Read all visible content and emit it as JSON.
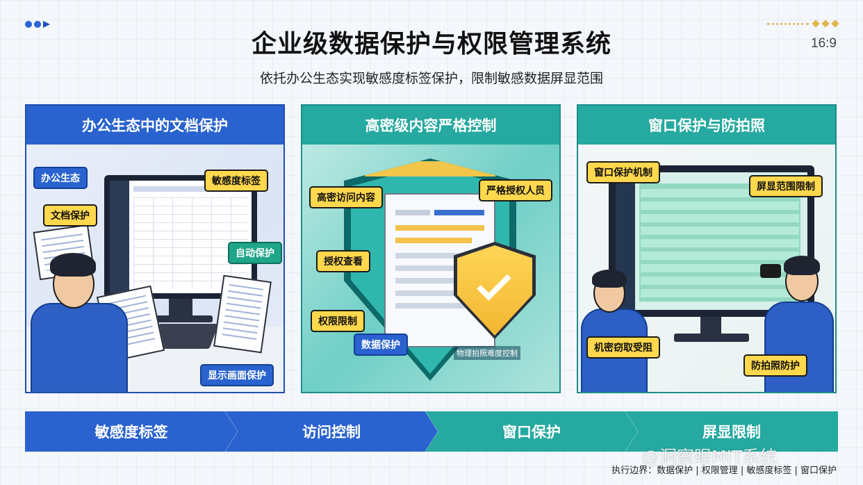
{
  "header": {
    "title": "企业级数据保护与权限管理系统",
    "subtitle": "依托办公生态实现敏感度标签保护，限制敏感数据屏显范围",
    "ratio": "16:9"
  },
  "panels": [
    {
      "title": "办公生态中的文档保护",
      "tags": [
        "办公生态",
        "敏感度标签",
        "文档保护",
        "自动保护",
        "显示画面保护"
      ]
    },
    {
      "title": "高密级内容严格控制",
      "tags": [
        "高密访问内容",
        "严格授权人员",
        "授权查看",
        "权限限制",
        "数据保护"
      ],
      "note": "物理拍照难度控制"
    },
    {
      "title": "窗口保护与防拍照",
      "tags": [
        "窗口保护机制",
        "屏显范围限制",
        "机密窃取受阻",
        "防拍照防护"
      ]
    }
  ],
  "flow": [
    "敏感度标签",
    "访问控制",
    "窗口保护",
    "屏显限制"
  ],
  "watermark": "@洞察眼MIT系统",
  "footer": "执行边界：数据保护 | 权限管理 | 敏感度标签 | 窗口保护",
  "colors": {
    "blue": "#2a63cf",
    "teal": "#25a9a0",
    "yellow": "#ffd84d"
  }
}
